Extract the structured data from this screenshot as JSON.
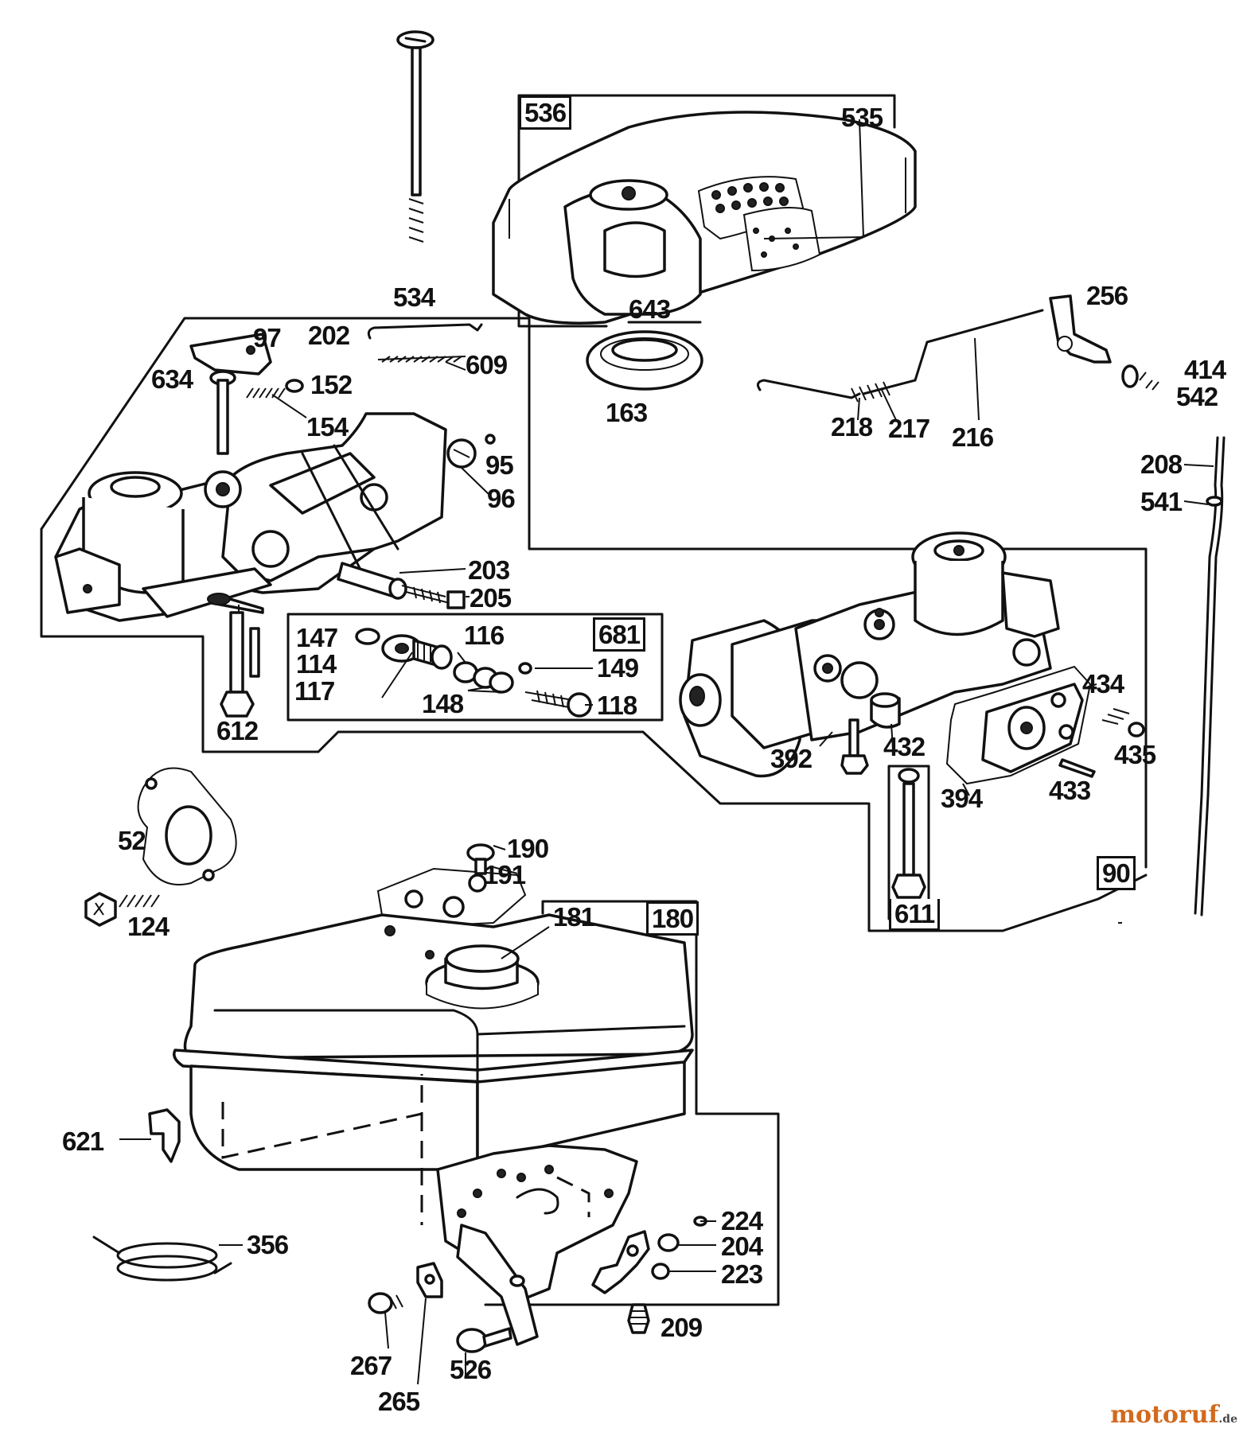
{
  "diagram": {
    "labels": {
      "l534": "534",
      "l536": "536",
      "l535": "535",
      "l643": "643",
      "l163": "163",
      "l256": "256",
      "l414": "414",
      "l542": "542",
      "l218": "218",
      "l217": "217",
      "l216": "216",
      "l208": "208",
      "l541": "541",
      "l97": "97",
      "l202": "202",
      "l609": "609",
      "l634": "634",
      "l152": "152",
      "l154": "154",
      "l95": "95",
      "l96": "96",
      "l203": "203",
      "l205": "205",
      "l147": "147",
      "l114": "114",
      "l117": "117",
      "l116": "116",
      "l681": "681",
      "l149": "149",
      "l148": "148",
      "l118": "118",
      "l612": "612",
      "l434": "434",
      "l435": "435",
      "l432": "432",
      "l392": "392",
      "l394": "394",
      "l433": "433",
      "l611": "611",
      "l90": "90",
      "l52": "52",
      "l124": "124",
      "l190": "190",
      "l191": "191",
      "l181": "181",
      "l180": "180",
      "l621": "621",
      "l356": "356",
      "l224": "224",
      "l204": "204",
      "l223": "223",
      "l209": "209",
      "l267": "267",
      "l265": "265",
      "l526": "526"
    }
  },
  "watermark": {
    "brand": "motoruf",
    "tld": ".de",
    "color": "#d2691e"
  }
}
